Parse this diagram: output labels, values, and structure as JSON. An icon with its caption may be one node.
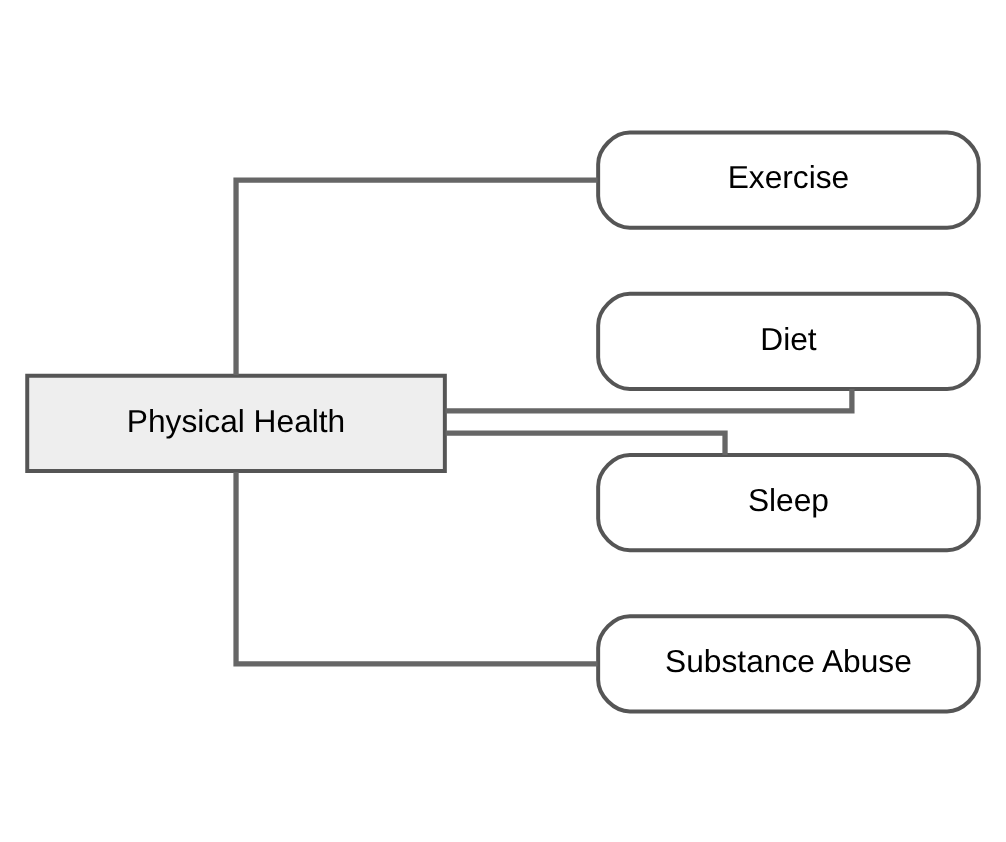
{
  "diagram": {
    "nodes": [
      {
        "text": [
          "Physical Health"
        ]
      },
      {
        "text": [
          "Exercise"
        ]
      },
      {
        "text": [
          "Diet"
        ]
      },
      {
        "text": [
          "Sleep"
        ]
      },
      {
        "text": [
          "Substance Abuse"
        ]
      }
    ],
    "edges": [
      {
        "from": 0,
        "to": 1,
        "arrow": "none"
      },
      {
        "from": 0,
        "to": 2,
        "arrow": "none"
      },
      {
        "from": 0,
        "to": 3,
        "arrow": "none"
      },
      {
        "from": 0,
        "to": 4,
        "arrow": "none"
      }
    ]
  }
}
